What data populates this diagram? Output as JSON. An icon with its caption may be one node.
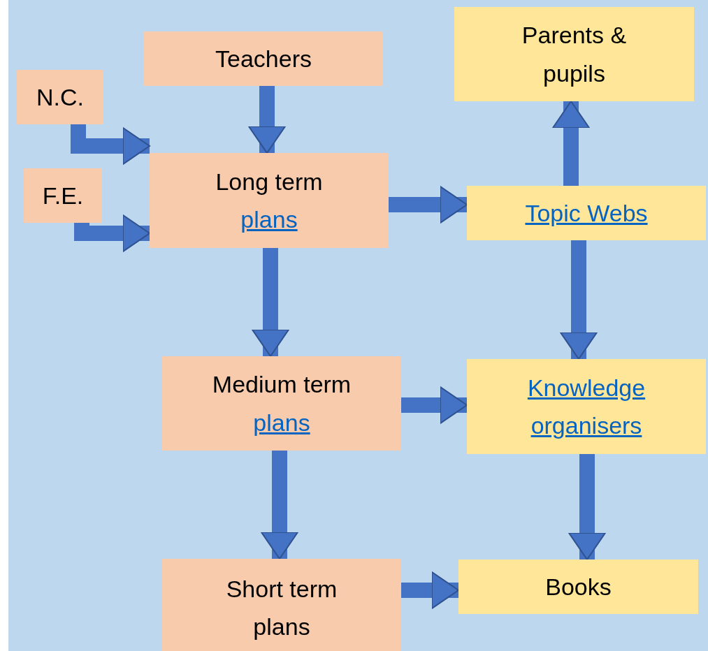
{
  "diagram": {
    "nodes": [
      {
        "text": [
          "Teachers"
        ]
      },
      {
        "text": [
          "N.C."
        ]
      },
      {
        "text": [
          "F.E."
        ]
      },
      {
        "text": [
          "Long term",
          "plans"
        ]
      },
      {
        "text": [
          "Parents & pupils"
        ]
      },
      {
        "text": [
          "Topic Webs"
        ]
      },
      {
        "text": [
          "Medium term",
          "plans"
        ]
      },
      {
        "text": [
          "Knowledge organisers"
        ]
      },
      {
        "text": [
          "Short term plans"
        ]
      },
      {
        "text": [
          "Books"
        ]
      }
    ],
    "edges": [
      {
        "from": 0,
        "to": 3,
        "arrow": "to"
      },
      {
        "from": 1,
        "to": 3,
        "arrow": "to"
      },
      {
        "from": 2,
        "to": 3,
        "arrow": "to"
      },
      {
        "from": 3,
        "to": 5,
        "arrow": "to"
      },
      {
        "from": 5,
        "to": 4,
        "arrow": "to"
      },
      {
        "from": 3,
        "to": 6,
        "arrow": "to"
      },
      {
        "from": 5,
        "to": 7,
        "arrow": "to"
      },
      {
        "from": 6,
        "to": 7,
        "arrow": "to"
      },
      {
        "from": 6,
        "to": 8,
        "arrow": "to"
      },
      {
        "from": 7,
        "to": 9,
        "arrow": "to"
      },
      {
        "from": 8,
        "to": 9,
        "arrow": "to"
      }
    ]
  }
}
